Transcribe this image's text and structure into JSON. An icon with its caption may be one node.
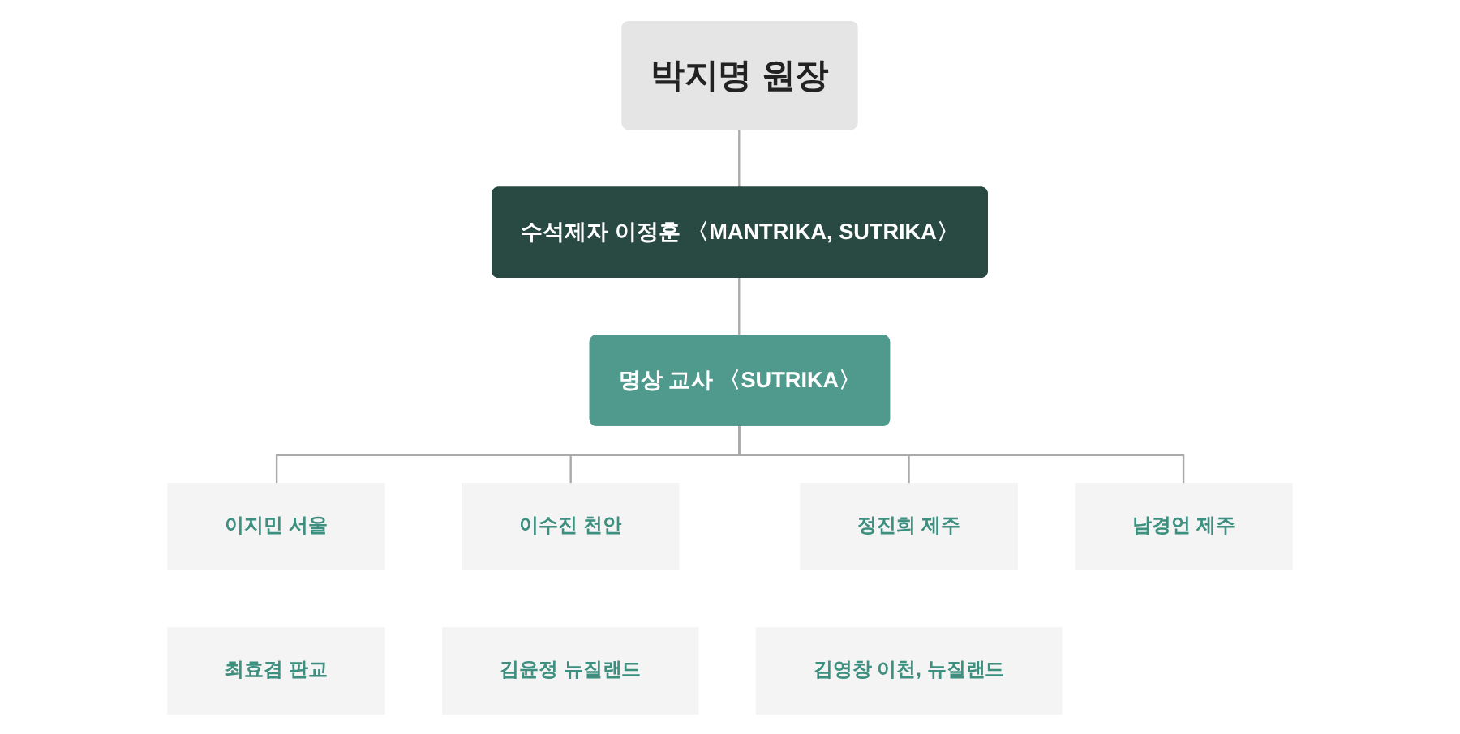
{
  "diagram": {
    "nodes": [
      {
        "text": [
          "박지명 원장"
        ]
      },
      {
        "text": [
          "수석제자 이정훈 〈MANTRIKA, SUTRIKA〉"
        ]
      },
      {
        "text": [
          "명상 교사 〈SUTRIKA〉"
        ]
      },
      {
        "text": [
          "이지민 서울"
        ]
      },
      {
        "text": [
          "이수진 천안"
        ]
      },
      {
        "text": [
          "정진희 제주"
        ]
      },
      {
        "text": [
          "남경언 제주"
        ]
      },
      {
        "text": [
          "최효겸 판교"
        ]
      },
      {
        "text": [
          "김윤정 뉴질랜드"
        ]
      },
      {
        "text": [
          "김영창 이천, 뉴질랜드"
        ]
      }
    ],
    "edges": [
      {
        "from": 0,
        "to": 1,
        "arrow": "none"
      },
      {
        "from": 1,
        "to": 2,
        "arrow": "none"
      },
      {
        "from": 2,
        "to": 3,
        "arrow": "none"
      },
      {
        "from": 2,
        "to": 4,
        "arrow": "none"
      },
      {
        "from": 2,
        "to": 5,
        "arrow": "none"
      },
      {
        "from": 2,
        "to": 6,
        "arrow": "none"
      }
    ]
  }
}
